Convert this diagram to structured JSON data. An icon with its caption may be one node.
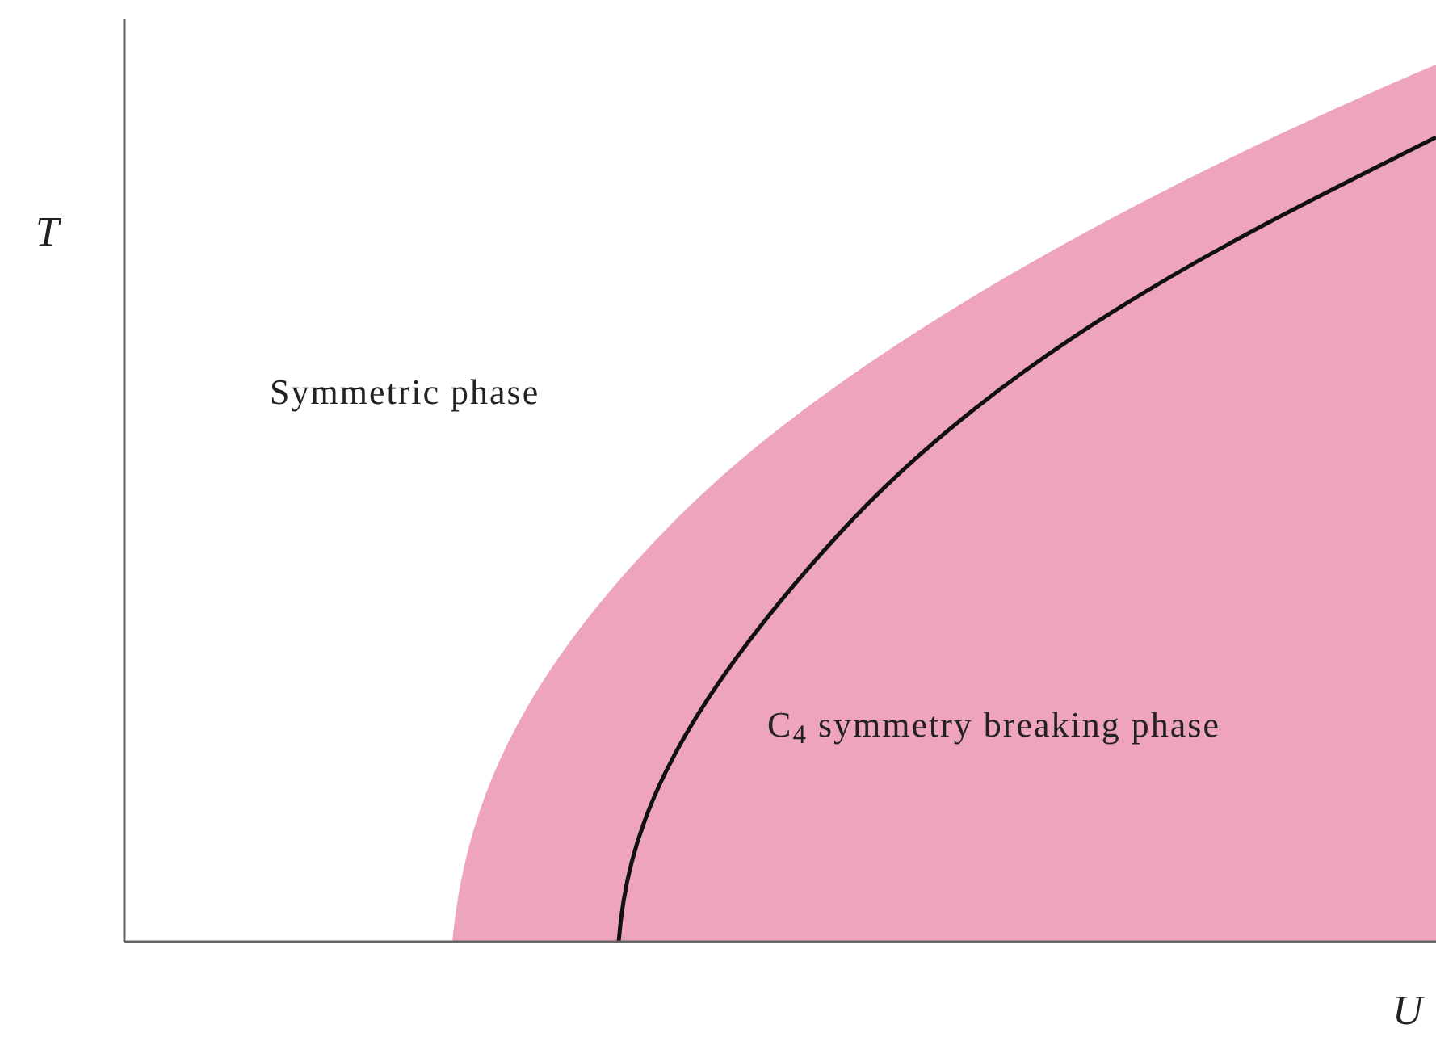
{
  "diagram": {
    "labels": [
      "T",
      "Symmetric phase",
      "C$_{4}$ symmetry breaking phase",
      "U"
    ]
  }
}
